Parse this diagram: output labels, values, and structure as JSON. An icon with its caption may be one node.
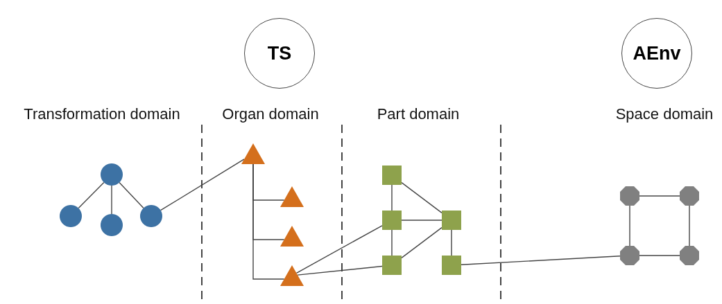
{
  "diagram": {
    "nodes": [
      {
        "text": [
          "TS"
        ]
      },
      {
        "text": [
          "AEnv"
        ]
      },
      {
        "text": [],
        "shape": "circle"
      },
      {
        "text": [],
        "shape": "circle"
      },
      {
        "text": [],
        "shape": "circle"
      },
      {
        "text": [],
        "shape": "circle"
      },
      {
        "text": [],
        "shape": "triangle"
      },
      {
        "text": [],
        "shape": "triangle"
      },
      {
        "text": [],
        "shape": "triangle"
      },
      {
        "text": [],
        "shape": "triangle"
      },
      {
        "text": [],
        "shape": "box"
      },
      {
        "text": [],
        "shape": "box"
      },
      {
        "text": [],
        "shape": "box"
      },
      {
        "text": [],
        "shape": "box"
      },
      {
        "text": [],
        "shape": "box"
      },
      {
        "text": [],
        "shape": "octagon"
      },
      {
        "text": [],
        "shape": "octagon"
      },
      {
        "text": [],
        "shape": "octagon"
      },
      {
        "text": [],
        "shape": "octagon"
      }
    ],
    "edges": [
      {
        "from": 2,
        "to": 3,
        "arrow": "none"
      },
      {
        "from": 2,
        "to": 4,
        "arrow": "none"
      },
      {
        "from": 2,
        "to": 5,
        "arrow": "none"
      },
      {
        "from": 5,
        "to": 6,
        "arrow": "none"
      },
      {
        "from": 6,
        "to": 7,
        "arrow": "none"
      },
      {
        "from": 6,
        "to": 8,
        "arrow": "none"
      },
      {
        "from": 6,
        "to": 9,
        "arrow": "none"
      },
      {
        "from": 9,
        "to": 11,
        "arrow": "none"
      },
      {
        "from": 9,
        "to": 12,
        "arrow": "none"
      },
      {
        "from": 10,
        "to": 11,
        "arrow": "none"
      },
      {
        "from": 10,
        "to": 13,
        "arrow": "none"
      },
      {
        "from": 11,
        "to": 13,
        "arrow": "none"
      },
      {
        "from": 11,
        "to": 12,
        "arrow": "none"
      },
      {
        "from": 12,
        "to": 13,
        "arrow": "none"
      },
      {
        "from": 13,
        "to": 14,
        "arrow": "none"
      },
      {
        "from": 14,
        "to": 17,
        "arrow": "none"
      },
      {
        "from": 15,
        "to": 16,
        "arrow": "none"
      },
      {
        "from": 15,
        "to": 17,
        "arrow": "none"
      },
      {
        "from": 16,
        "to": 18,
        "arrow": "none"
      },
      {
        "from": 17,
        "to": 18,
        "arrow": "none"
      }
    ],
    "labels": [
      "Transformation domain",
      "Organ domain",
      "Part domain",
      "Space domain"
    ]
  }
}
